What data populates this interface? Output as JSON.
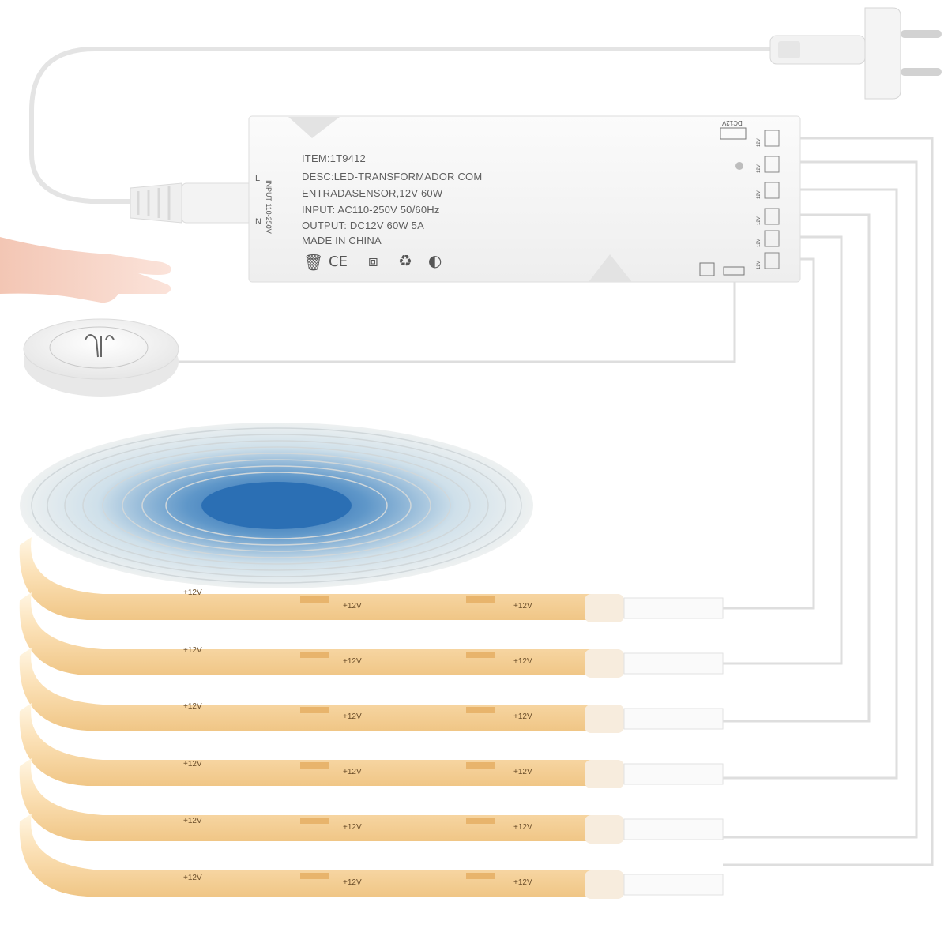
{
  "transformer": {
    "item": "ITEM:1T9412",
    "desc1": "DESC:LED-TRANSFORMADOR COM",
    "desc2": "ENTRADASENSOR,12V-60W",
    "input": "INPUT: AC110-250V 50/60Hz",
    "output": "OUTPUT: DC12V 60W 5A",
    "origin": "MADE IN CHINA",
    "input_terminal": "INPUT 110-250V",
    "terminal_l": "L",
    "terminal_n": "N",
    "dc_label": "DC12V",
    "port_label": "12V",
    "port_count": 6
  },
  "sensor": {
    "type": "hand-wave sensor switch"
  },
  "strips": {
    "count": 6,
    "marking": "+12V",
    "color": "#f6d7a6"
  },
  "colors": {
    "cable": "#e9e9e9",
    "transformer_body": "#f7f7f7",
    "strip_light": "#fbe2b9",
    "strip_core": "#f2c98f",
    "reel_blue": "#2b6fb4"
  },
  "certification_icons": [
    "weee-icon",
    "ce-icon",
    "double-insulation-icon",
    "recycle-icon",
    "green-dot-icon"
  ]
}
